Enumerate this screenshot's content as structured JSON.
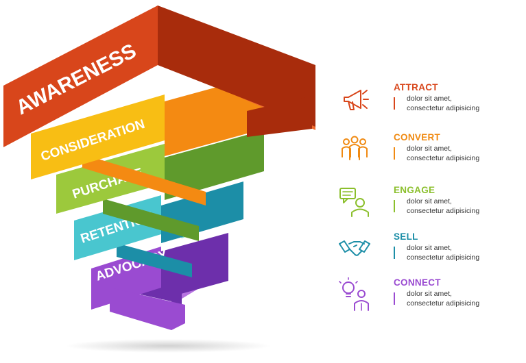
{
  "funnel": {
    "tiers": [
      {
        "label": "AWARENESS",
        "front": "#d8461b",
        "side": "#a82c0c",
        "top": "#ee6a2e"
      },
      {
        "label": "CONSIDERATION",
        "front": "#f8be14",
        "side": "#f48a12",
        "top": "#fbd34c"
      },
      {
        "label": "PURCHASE",
        "front": "#9cc93c",
        "side": "#5f9a2c",
        "top": "#b5d863"
      },
      {
        "label": "RETENTION",
        "front": "#49c6cf",
        "side": "#1c8ea7",
        "top": "#7dd9df"
      },
      {
        "label": "ADVOCACY",
        "front": "#9a4bd1",
        "side": "#6d2fab",
        "top": "#b673e0"
      }
    ]
  },
  "steps": [
    {
      "title": "ATTRACT",
      "line1": "dolor sit amet,",
      "line2": "consectetur adipisicing",
      "color": "#d8461b",
      "icon": "megaphone-icon"
    },
    {
      "title": "CONVERT",
      "line1": "dolor sit amet,",
      "line2": "consectetur adipisicing",
      "color": "#f08a12",
      "icon": "team-icon"
    },
    {
      "title": "ENGAGE",
      "line1": "dolor sit amet,",
      "line2": "consectetur adipisicing",
      "color": "#8bbf2c",
      "icon": "chat-person-icon"
    },
    {
      "title": "SELL",
      "line1": "dolor sit amet,",
      "line2": "consectetur adipisicing",
      "color": "#1c8ea7",
      "icon": "handshake-icon"
    },
    {
      "title": "CONNECT",
      "line1": "dolor sit amet,",
      "line2": "consectetur adipisicing",
      "color": "#9a4bd1",
      "icon": "idea-person-icon"
    }
  ]
}
